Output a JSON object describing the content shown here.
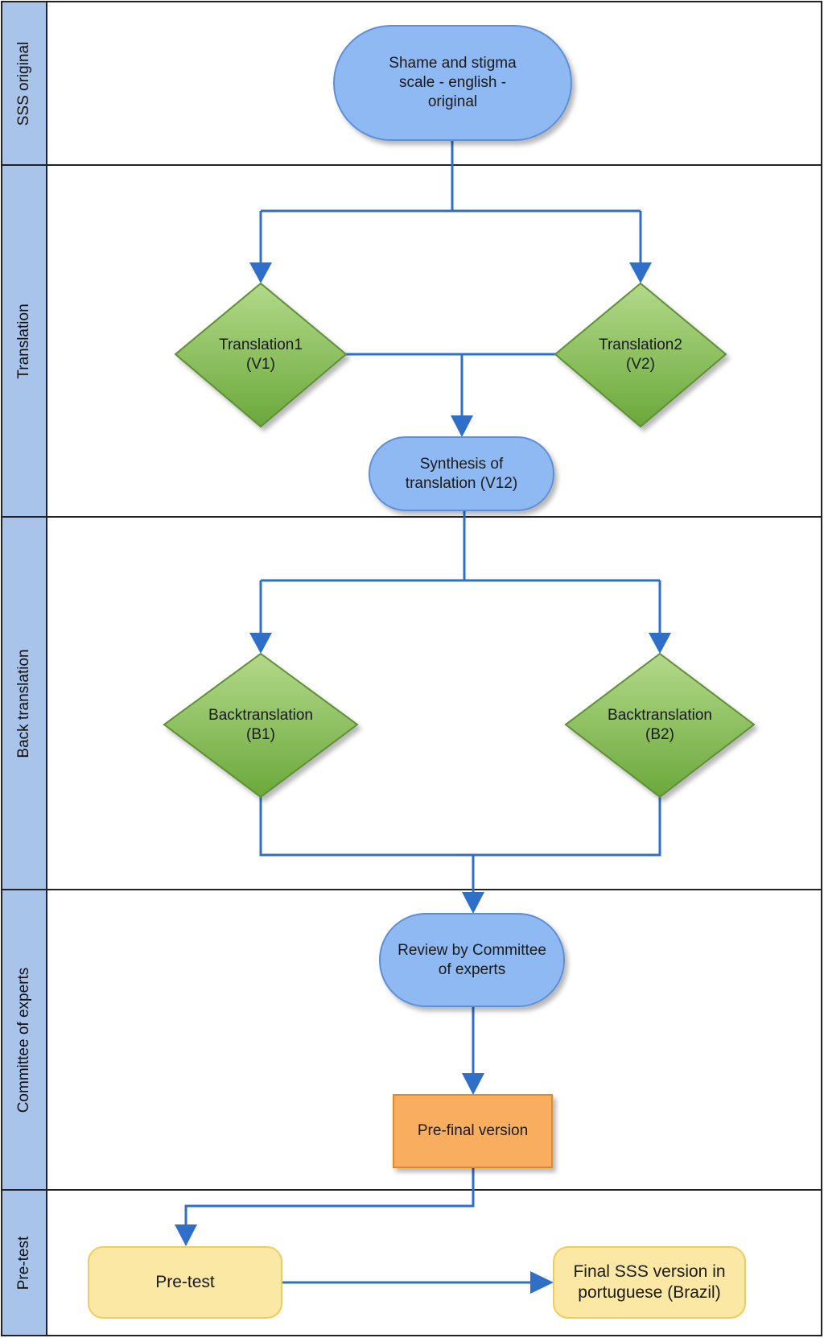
{
  "lanes": [
    {
      "label": "SSS original"
    },
    {
      "label": "Translation"
    },
    {
      "label": "Back translation"
    },
    {
      "label": "Committee of experts"
    },
    {
      "label": "Pre-test"
    }
  ],
  "nodes": {
    "original": {
      "lines": [
        "Shame and stigma",
        "scale - english -",
        "original"
      ]
    },
    "translation1": {
      "lines": [
        "Translation1",
        "(V1)"
      ]
    },
    "translation2": {
      "lines": [
        "Translation2",
        "(V2)"
      ]
    },
    "synthesis": {
      "lines": [
        "Synthesis of",
        "translation (V12)"
      ]
    },
    "back1": {
      "lines": [
        "Backtranslation",
        "(B1)"
      ]
    },
    "back2": {
      "lines": [
        "Backtranslation",
        "(B2)"
      ]
    },
    "review": {
      "lines": [
        "Review by Committee",
        "of experts"
      ]
    },
    "prefinal": {
      "lines": [
        "Pre-final version"
      ]
    },
    "pretest": {
      "lines": [
        "Pre-test"
      ]
    },
    "final": {
      "lines": [
        "Final SSS version in",
        "portuguese (Brazil)"
      ]
    }
  },
  "colors": {
    "blue_fill": "#8fb9f3",
    "blue_stroke": "#5d8ed6",
    "green_top": "#b3d98a",
    "green_bottom": "#6aa83a",
    "green_stroke": "#5f8f35",
    "orange_fill": "#f9ad5e",
    "orange_stroke": "#e08a2e",
    "yellow_fill": "#fbe8a4",
    "yellow_stroke": "#f0cc5c",
    "connector": "#2f6fc8",
    "lane_fill": "#a8c4ea"
  }
}
